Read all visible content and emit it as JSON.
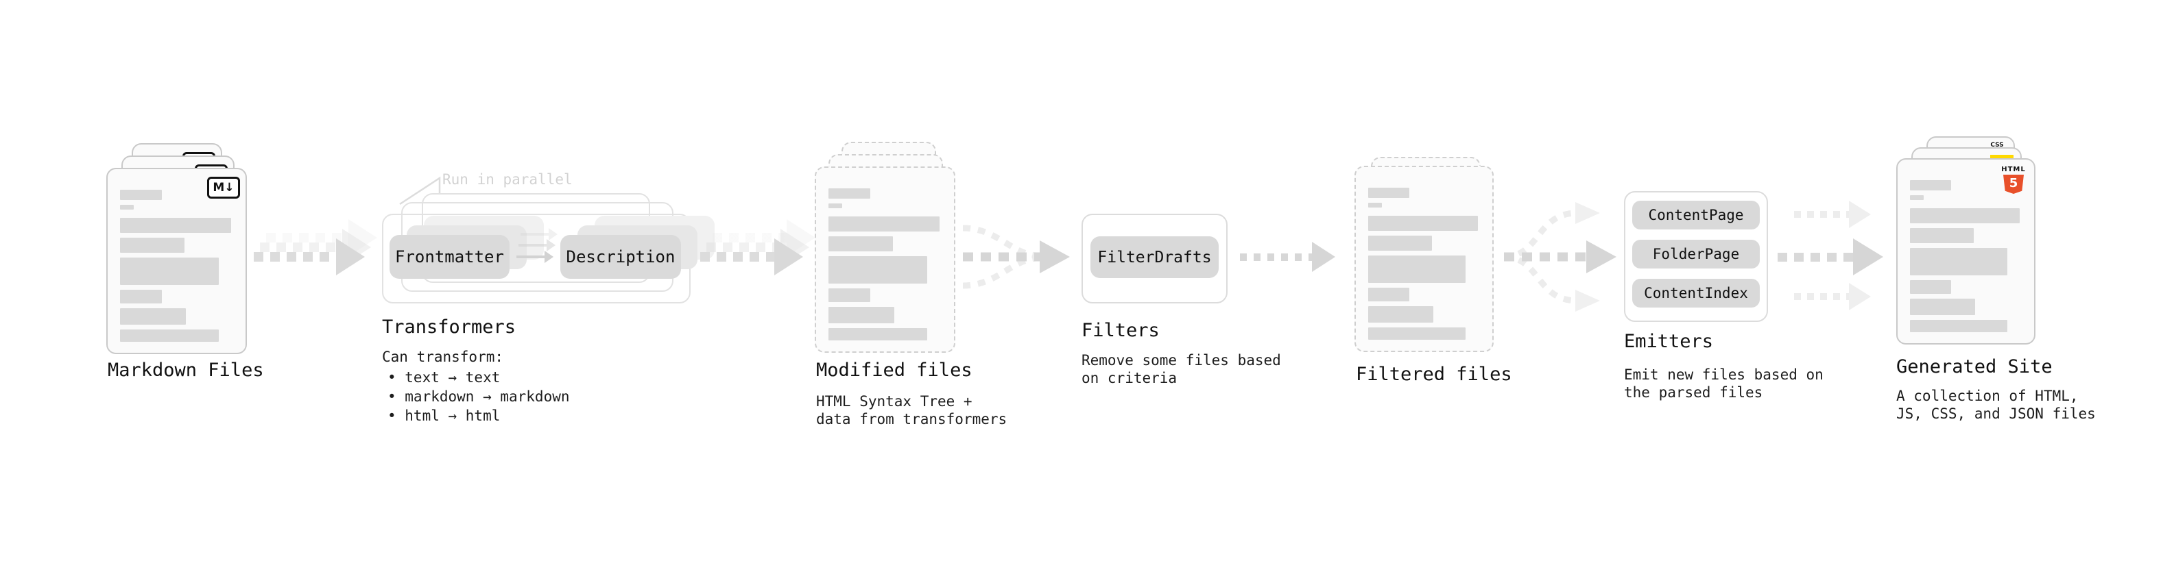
{
  "stages": {
    "markdown": {
      "label": "Markdown Files",
      "badge": "M↓"
    },
    "transformers": {
      "annotation": "Run in parallel",
      "steps": [
        "Frontmatter",
        "Description"
      ],
      "title": "Transformers",
      "description": "Can transform:",
      "bullets": [
        "• text → text",
        "• markdown → markdown",
        "• html → html"
      ]
    },
    "modified": {
      "title": "Modified files",
      "desc1": "HTML Syntax Tree +",
      "desc2": "data from transformers"
    },
    "filters": {
      "box": "FilterDrafts",
      "title": "Filters",
      "desc1": "Remove some files based",
      "desc2": "on criteria"
    },
    "filtered": {
      "title": "Filtered files"
    },
    "emitters": {
      "boxes": [
        "ContentPage",
        "FolderPage",
        "ContentIndex"
      ],
      "title": "Emitters",
      "desc1": "Emit new files based on",
      "desc2": "the parsed files"
    },
    "generated": {
      "title": "Generated Site",
      "desc1": "A collection of HTML,",
      "desc2": "JS, CSS, and JSON files",
      "badges": {
        "css": "CSS",
        "html_label": "HTML",
        "html_number": "5"
      }
    }
  },
  "colors": {
    "background": "#ffffff",
    "card_fill": "#fafafa",
    "card_border": "#c9c9c9",
    "placeholder_bar": "#d9d9d9",
    "arrow": "#d9d9d9",
    "annotation_text": "#d2d2d2",
    "html5_orange": "#e8502a",
    "js_yellow": "#ffd900",
    "css_blue": "#2f6df6"
  }
}
